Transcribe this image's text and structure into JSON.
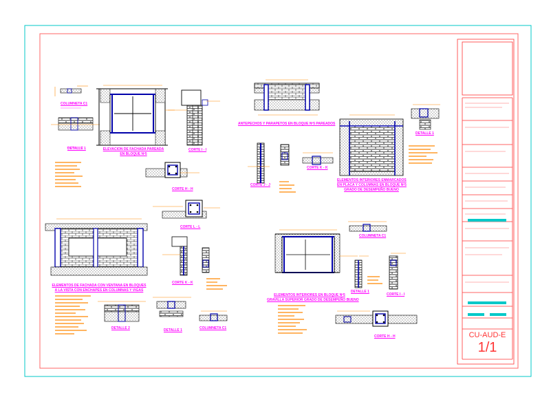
{
  "sheet": {
    "code": "CU-AUD-E",
    "page": "1/1",
    "colors": {
      "border": "#00c8c8",
      "frame": "#ff6666",
      "wall": "#000000",
      "column": "#0000aa",
      "label": "#ff00ff",
      "note": "#ff8800",
      "title_block": "#ff3333"
    }
  },
  "labels": {
    "columneta_c1_a": "COLUMNETA C1",
    "detalle_1_a": "DETALLE 1",
    "elevacion_fachada_line1": "ELEVACION DE FACHADA PAREADA",
    "elevacion_fachada_line2": "EN BLOQUE Nº5",
    "corte_i_i": "CORTE I - I",
    "corte_h_h_a": "CORTE H - H",
    "antepechos": "ANTEPECHOS Y PARAPETOS EN BLOQUE Nº5 PAREADOS",
    "detalle_1_b": "DETALLE 1",
    "corte_j_j": "CORTE J - J",
    "corte_k_k_a": "CORTE K - K",
    "elementos_interiores_a_line1": "ELEMENTOS INTERIORES ENMARCADOS",
    "elementos_interiores_a_line2": "EN PLACA Y COLUMNAS EN BLOQUE Nº5",
    "elementos_interiores_a_line3": "GRADO DE DESEMPEÑO BUENO",
    "corte_l_l": "CORTE L - L",
    "corte_k_k_b": "CORTE K - K",
    "fachada_ventana_line1": "ELEMENTOS DE FACHADA CON VENTANA EN BLOQUES",
    "fachada_ventana_line2": "A LA VISTA CON ENCHAPES EN COLUMNAS Y VIGAS",
    "detalle_2": "DETALLE 2",
    "detalle_1_c": "DETALLE 1",
    "columneta_c1_b": "COLUMNETA C1",
    "columneta_c1_c": "COLUMNETA C1",
    "elementos_interiores_b_line1": "ELEMENTOS INTERIORES EN BLOQUE Nº5",
    "elementos_interiores_b_line2": "GRAVILLA SUPERIOR GRADO DE DESEMPEÑO BUENO",
    "detalle_1_d": "DETALLE 1",
    "corte_i_i_b": "CORTE I - I",
    "corte_h_h_b": "CORTE H - H"
  }
}
